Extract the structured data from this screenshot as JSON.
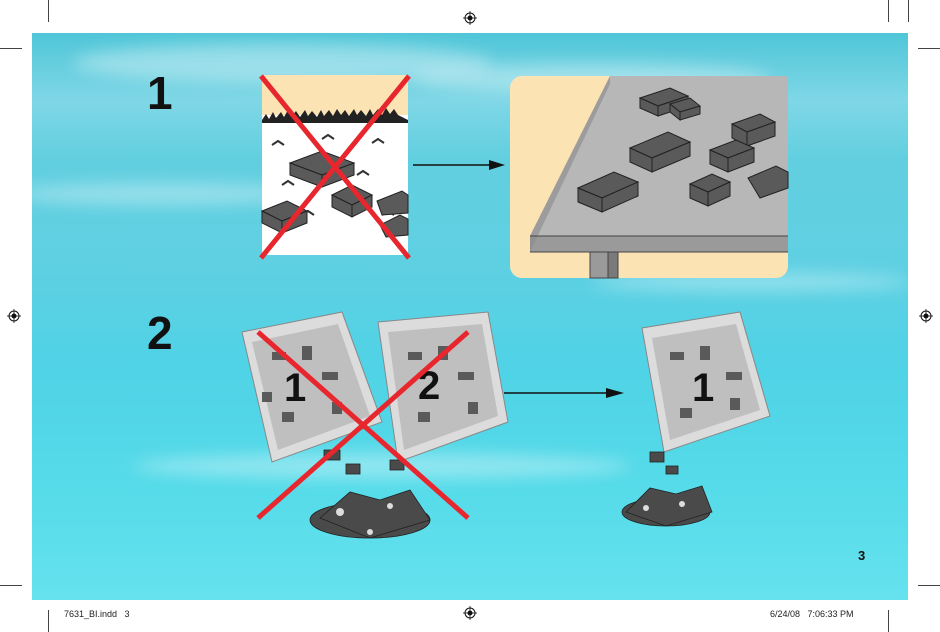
{
  "steps": [
    {
      "number": "1"
    },
    {
      "number": "2"
    }
  ],
  "bags": {
    "bag_one_label": "1",
    "bag_two_label": "2",
    "result_bag_label": "1"
  },
  "page_number": "3",
  "slug": {
    "file": "7631_BI.indd   3",
    "timestamp": "6/24/08   7:06:33 PM"
  },
  "colors": {
    "background_top": "#4fc6d8",
    "background_bottom": "#66e2ee",
    "cross_red": "#e8262d",
    "table_panel": "#fbe3b3",
    "brick_dark": "#5a5a5a"
  },
  "icons": [
    "registration-mark-icon",
    "red-cross-icon",
    "arrow-right-icon"
  ]
}
